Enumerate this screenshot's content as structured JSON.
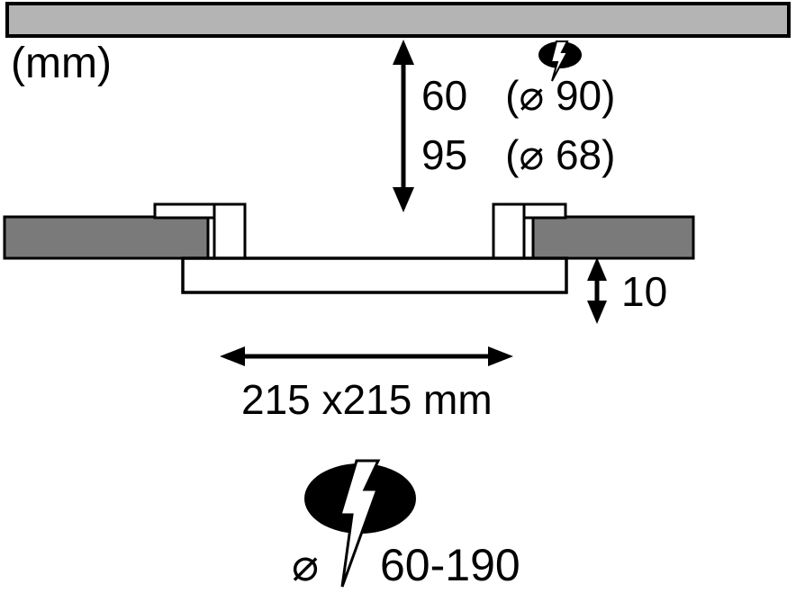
{
  "colors": {
    "ceiling_fill": "#b4b4b4",
    "ceiling_block_fill": "#7a7a7a",
    "line": "#000000",
    "icon_fill": "#000000",
    "bolt_fill": "#ffffff"
  },
  "icons": {
    "transformer": "lightning-bolt",
    "driver": "lightning-bolt"
  },
  "labels": {
    "unit": "(mm)",
    "depth_rows": [
      {
        "value": "60",
        "note": "(⌀ 90)"
      },
      {
        "value": "95",
        "note": "(⌀ 68)"
      }
    ],
    "frame_height": "10",
    "cutout_size": "215 x215 mm",
    "driver_hole": {
      "symbol": "⌀",
      "range": "60-190"
    }
  }
}
